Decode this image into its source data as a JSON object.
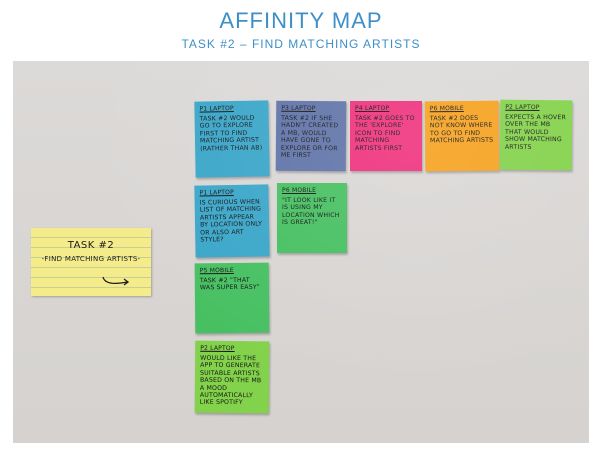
{
  "header": {
    "title": "AFFINITY MAP",
    "subtitle": "TASK #2 – FIND MATCHING ARTISTS"
  },
  "index_card": {
    "title": "TASK #2",
    "subtitle": "-FIND MATCHING ARTISTS-"
  },
  "notes": [
    {
      "label": "P1 LAPTOP",
      "text": "TASK #2 WOULD GO TO EXPLORE FIRST TO FIND MATCHING ARTIST (RATHER THAN AB)",
      "color": "#3aa6c9"
    },
    {
      "label": "P3 LAPTOP",
      "text": "TASK #2 IF SHE HADN'T CREATED A MB, WOULD HAVE GONE TO EXPLORE OR FOR ME FIRST",
      "color": "#5f73a8"
    },
    {
      "label": "P4 LAPTOP",
      "text": "TASK #2 GOES TO THE 'EXPLORE' ICON TO FIND MATCHING ARTISTS FIRST",
      "color": "#ef2f7c"
    },
    {
      "label": "P6 MOBILE",
      "text": "TASK #2 DOES NOT KNOW WHERE TO GO TO FIND MATCHING ARTISTS",
      "color": "#f6a11d"
    },
    {
      "label": "P2 LAPTOP",
      "text": "EXPECTS A HOVER OVER THE MB THAT WOULD SHOW MATCHING ARTISTS",
      "color": "#83d24b"
    },
    {
      "label": "P1 LAPTOP",
      "text": "IS CURIOUS WHEN LIST OF MATCHING ARTISTS APPEAR BY LOCATION ONLY OR ALSO ART STYLE?",
      "color": "#3aa6c9"
    },
    {
      "label": "P6 MOBILE",
      "text": "\"IT LOOK LIKE IT IS USING MY LOCATION WHICH IS GREAT!\"",
      "color": "#46c061"
    },
    {
      "label": "P5 MOBILE",
      "text": "TASK #2 \"THAT WAS SUPER EASY\"",
      "color": "#46c061"
    },
    {
      "label": "P2 LAPTOP",
      "text": "WOULD LIKE THE APP TO GENERATE SUITABLE ARTISTS BASED ON THE MB A MOOD AUTOMATICALLY LIKE SPOTIFY",
      "color": "#83d24b"
    }
  ]
}
